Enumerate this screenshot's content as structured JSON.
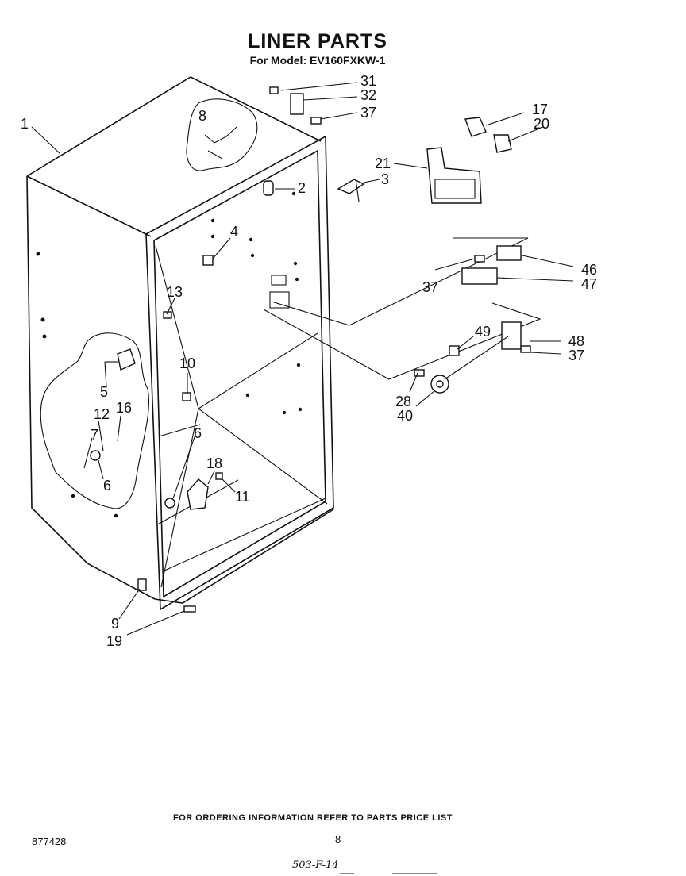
{
  "header": {
    "title": "LINER PARTS",
    "subtitle": "For Model: EV160FXKW-1"
  },
  "footer": {
    "note": "FOR ORDERING INFORMATION REFER TO PARTS PRICE LIST",
    "doc_number": "877428",
    "page_number": "8",
    "handwritten": "503-F-14"
  },
  "callouts": {
    "c1": "1",
    "c2": "2",
    "c3": "3",
    "c4": "4",
    "c5": "5",
    "c6a": "6",
    "c6b": "6",
    "c7": "7",
    "c8": "8",
    "c9": "9",
    "c10": "10",
    "c11": "11",
    "c12": "12",
    "c13": "13",
    "c16": "16",
    "c17": "17",
    "c18": "18",
    "c19": "19",
    "c20": "20",
    "c21": "21",
    "c28": "28",
    "c31": "31",
    "c32": "32",
    "c37a": "37",
    "c37b": "37",
    "c37c": "37",
    "c40": "40",
    "c46": "46",
    "c47": "47",
    "c48": "48",
    "c49": "49"
  }
}
